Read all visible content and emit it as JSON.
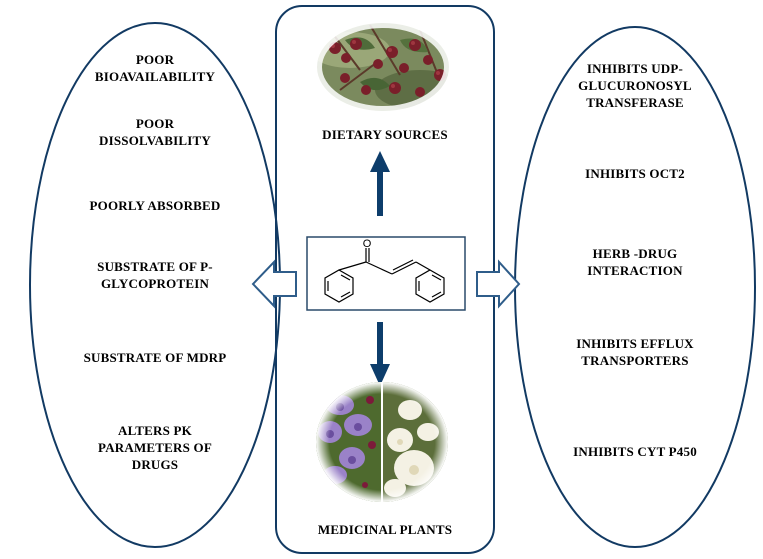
{
  "colors": {
    "outline": "#123a63",
    "arrow": "#0d3d6b",
    "hollow_arrow": "#2f5d8a",
    "text": "#000000"
  },
  "left_panel": {
    "items": [
      {
        "text": "POOR\nBIOAVAILABILITY"
      },
      {
        "text": "POOR\nDISSOLVABILITY"
      },
      {
        "text": "POORLY ABSORBED"
      },
      {
        "text": "SUBSTRATE OF P-\nGLYCOPROTEIN"
      },
      {
        "text": "SUBSTRATE OF MDRP"
      },
      {
        "text": "ALTERS PK\nPARAMETERS OF\nDRUGS"
      }
    ]
  },
  "center_panel": {
    "top_label": "DIETARY SOURCES",
    "bottom_label": "MEDICINAL PLANTS",
    "molecule_atom": "O"
  },
  "right_panel": {
    "items": [
      {
        "text": "INHIBITS UDP-\nGLUCURONOSYL\nTRANSFERASE"
      },
      {
        "text": "INHIBITS OCT2"
      },
      {
        "text": "HERB -DRUG\nINTERACTION"
      },
      {
        "text": "INHIBITS EFFLUX\nTRANSPORTERS"
      },
      {
        "text": "INHIBITS CYT P450"
      }
    ]
  },
  "icons": {
    "dietary_image": "berries-branch-photo",
    "medicinal_image": "purple-and-white-flowers-photo"
  }
}
